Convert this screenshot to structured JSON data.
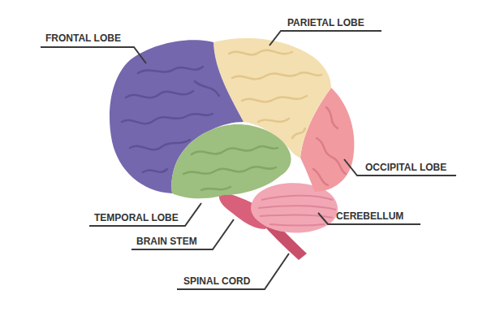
{
  "diagram": {
    "labels": [
      "FRONTAL LOBE",
      "PARIETAL LOBE",
      "OCCIPITAL LOBE",
      "CEREBELLUM",
      "TEMPORAL LOBE",
      "BRAIN STEM",
      "SPINAL CORD"
    ]
  }
}
